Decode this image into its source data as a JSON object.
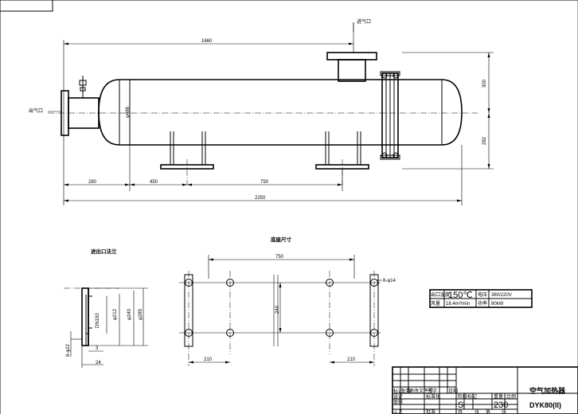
{
  "main_view": {
    "label_outlet": "进气口",
    "label_inlet": "出气口",
    "dim_total_top": "1660",
    "dim_diameter": "φ486",
    "dim_right_upper": "300",
    "dim_right_lower": "282",
    "dim_280": "280",
    "dim_450": "450",
    "dim_750": "750",
    "dim_total_bottom": "2250"
  },
  "flange_view": {
    "title": "进出口法兰",
    "dn": "DN150",
    "d212": "φ212",
    "d240": "φ240",
    "d285": "φ285",
    "holes": "8-φ22",
    "d3": "3",
    "d24": "24"
  },
  "base_view": {
    "title": "底座尺寸",
    "dim_top": "750",
    "dim_vert": "240",
    "dim_left": "210",
    "dim_right": "210",
    "holes": "8-φ14"
  },
  "spec_table": {
    "rows": [
      {
        "k1": "出口温度",
        "v1": "150℃",
        "k2": "电压",
        "v2": "380/220V"
      },
      {
        "k1": "风量",
        "v1": "18.4m³/min",
        "k2": "功率",
        "v2": "80kW"
      }
    ]
  },
  "title_block": {
    "name": "空气加热器",
    "model": "DYK80(II)",
    "mark_s": "S",
    "scale": "230",
    "labels": [
      "标记",
      "处数",
      "更改文件号",
      "签字",
      "日期",
      "设计",
      "标准化",
      "审核",
      "工艺",
      "批准",
      "阶段标记",
      "重量",
      "比例",
      "共",
      "张",
      "第",
      "张"
    ]
  }
}
